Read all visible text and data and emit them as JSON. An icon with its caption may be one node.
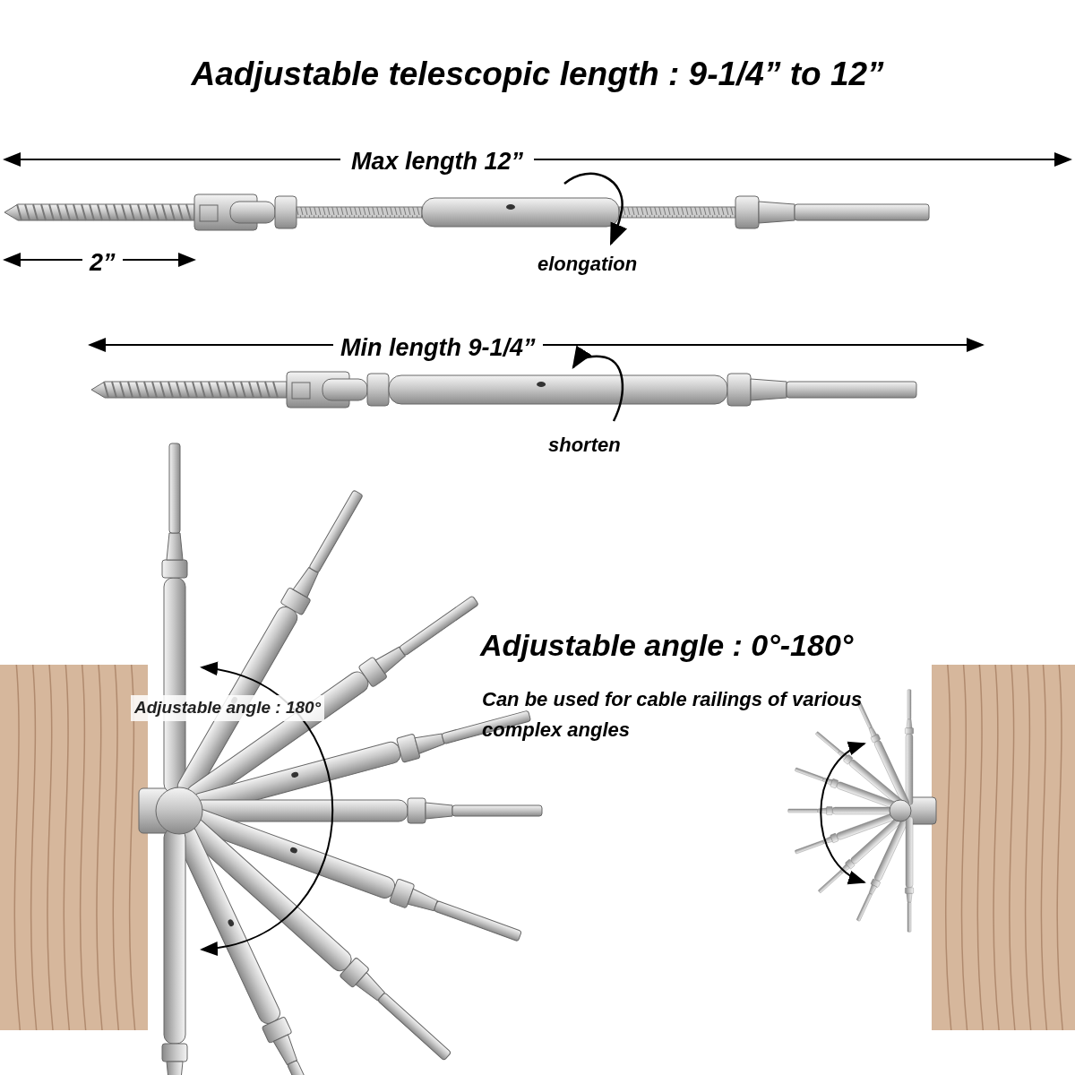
{
  "diagram": {
    "title": "Aadjustable telescopic length : 9-1/4” to 12”",
    "labels": [
      "Max length 12”",
      "2”",
      "elongation",
      "Min length 9-1/4”",
      "shorten",
      "Adjustable angle : 180°",
      "Adjustable angle : 0°-180°",
      "Can be used for cable railings of various complex angles"
    ]
  }
}
